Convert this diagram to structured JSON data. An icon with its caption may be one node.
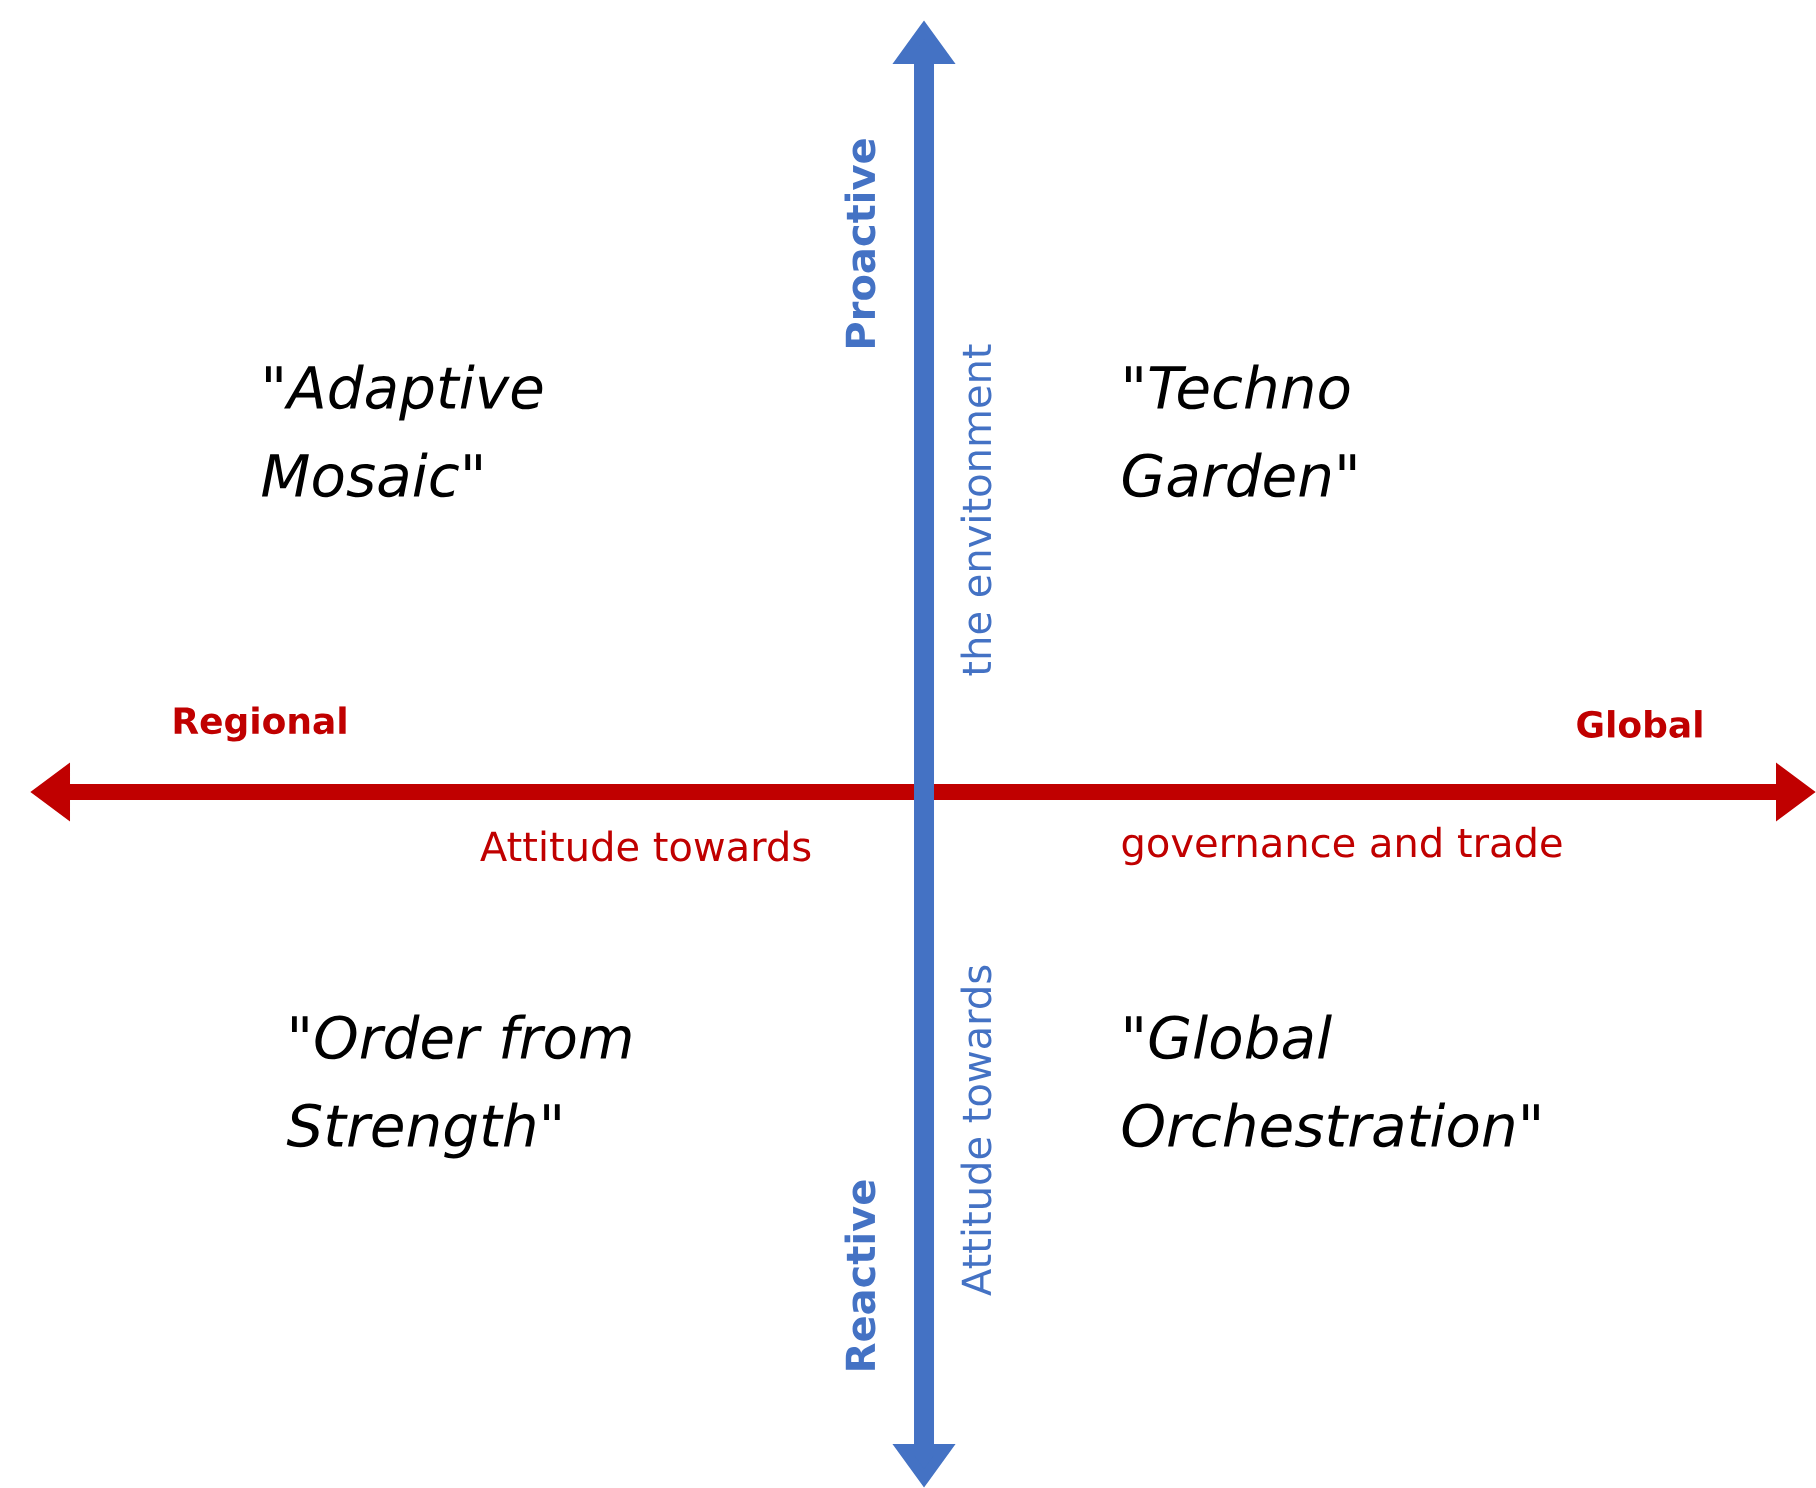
{
  "diagram": {
    "labels": [
      "Proactive",
      "the envitonment",
      "\"Adaptive Mosaic\"",
      "\"Techno Garden\"",
      "Regional",
      "Global",
      "Attitude towards",
      "governance and trade",
      "\"Order from Strength\"",
      "\"Global Orchestration\"",
      "Reactive",
      "Attitude towards"
    ]
  }
}
